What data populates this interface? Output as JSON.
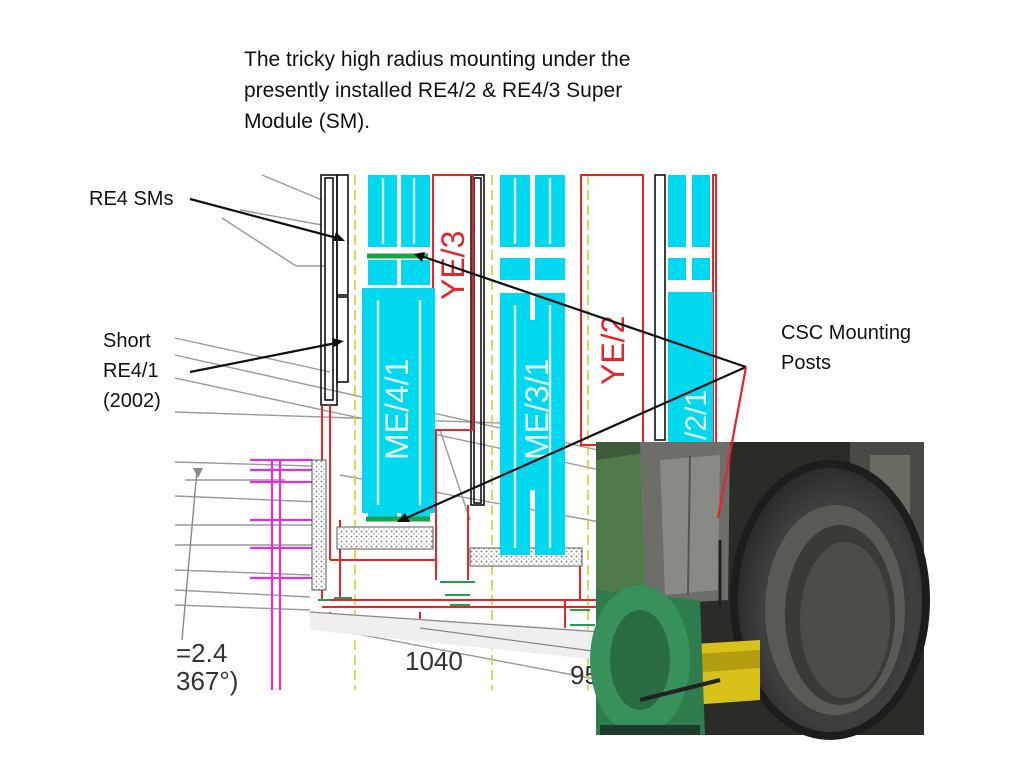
{
  "slide": {
    "title_lines": [
      "The tricky high radius mounting under the",
      "presently installed RE4/2 & RE4/3 Super",
      "Module (SM)."
    ],
    "annotations": {
      "re4_sms": "RE4 SMs",
      "short_re4_1": [
        "Short",
        "RE4/1",
        "(2002)"
      ],
      "csc_posts": [
        "CSC Mounting",
        "Posts"
      ]
    }
  },
  "drawing": {
    "station_labels": [
      "ME/4/1",
      "ME/3/1",
      "YE/3",
      "YE/2",
      "/2/1"
    ],
    "dimension_labels": [
      "1040",
      "95",
      "=2.4",
      "367°)"
    ]
  },
  "colors": {
    "chamber_fill": "#00d8f0",
    "yoke_outline": "#e8232a",
    "mounting_post": "#1aa34a",
    "pointer_line": "#111111",
    "photo_pointer": "#e8232a",
    "magenta_lines": "#e22de0",
    "dim_line": "#9a9a9a"
  }
}
